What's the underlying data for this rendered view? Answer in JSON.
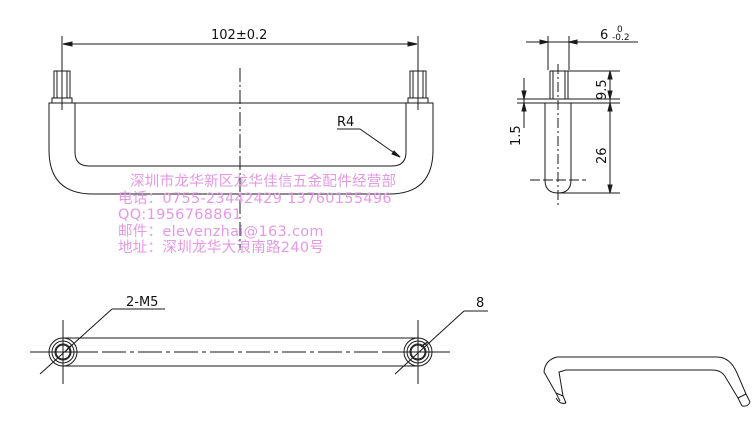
{
  "drawing": {
    "type": "technical-drawing",
    "subject": "U-shaped pull handle",
    "stroke_color": "#1a1a1a",
    "watermark_color": "#e39ae3"
  },
  "front_view": {
    "center_distance_label": "102±0.2",
    "radius_label": "R4"
  },
  "side_view": {
    "width_label": "6",
    "width_tol_upper": "0",
    "width_tol_lower": "-0.2",
    "thread_length_label": "9.5",
    "shoulder_label": "1.5",
    "height_label": "26"
  },
  "top_view": {
    "thread_label": "2-M5",
    "diameter_label": "8"
  },
  "watermark": {
    "lines": [
      "深圳市龙华新区龙华佳信五金配件经营部",
      "电话：0755-23442429  13760155496",
      "QQ:1956768861",
      "邮件：elevenzhai@163.com",
      "地址：深圳龙华大浪南路240号"
    ]
  }
}
